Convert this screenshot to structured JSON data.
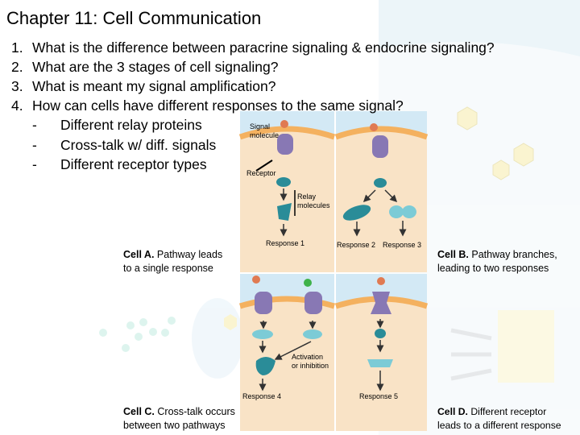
{
  "title": "Chapter 11:  Cell Communication",
  "questions": [
    {
      "num": "1.",
      "text": "What is the difference between paracrine signaling & endocrine signaling?"
    },
    {
      "num": "2.",
      "text": "What are the 3 stages of cell signaling?"
    },
    {
      "num": "3.",
      "text": "What is meant my signal amplification?"
    },
    {
      "num": "4.",
      "text": "How can cells have different responses to the same signal?"
    }
  ],
  "sub_items": [
    {
      "dash": "-",
      "text": "Different relay proteins"
    },
    {
      "dash": "-",
      "text": "Cross-talk w/ diff. signals"
    },
    {
      "dash": "-",
      "text": "Different receptor types"
    }
  ],
  "figure": {
    "label_signal_line1": "Signal",
    "label_signal_line2": "molecule",
    "label_receptor": "Receptor",
    "label_relay_line1": "Relay",
    "label_relay_line2": "molecules",
    "label_response1": "Response 1",
    "label_response2": "Response 2",
    "label_response3": "Response 3",
    "label_activation_line1": "Activation",
    "label_activation_line2": "or inhibition",
    "label_response4": "Response 4",
    "label_response5": "Response 5",
    "cell_a_title": "Cell A.",
    "cell_a_line1_rest": " Pathway leads",
    "cell_a_line2": "to a single response",
    "cell_b_title": "Cell B.",
    "cell_b_line1_rest": " Pathway branches,",
    "cell_b_line2": "leading to two responses",
    "cell_c_title": "Cell C.",
    "cell_c_line1_rest": " Cross-talk occurs",
    "cell_c_line2": "between two pathways",
    "cell_d_title": "Cell D.",
    "cell_d_line1_rest": " Different receptor",
    "cell_d_line2": "leads to a different response"
  },
  "colors": {
    "extracellular": "#d3e9f5",
    "membrane": "#f4b15f",
    "cytoplasm": "#f9e3c6",
    "relay": "#2a8c98",
    "receptor": "#8878b4",
    "signal": "#e07a52"
  }
}
